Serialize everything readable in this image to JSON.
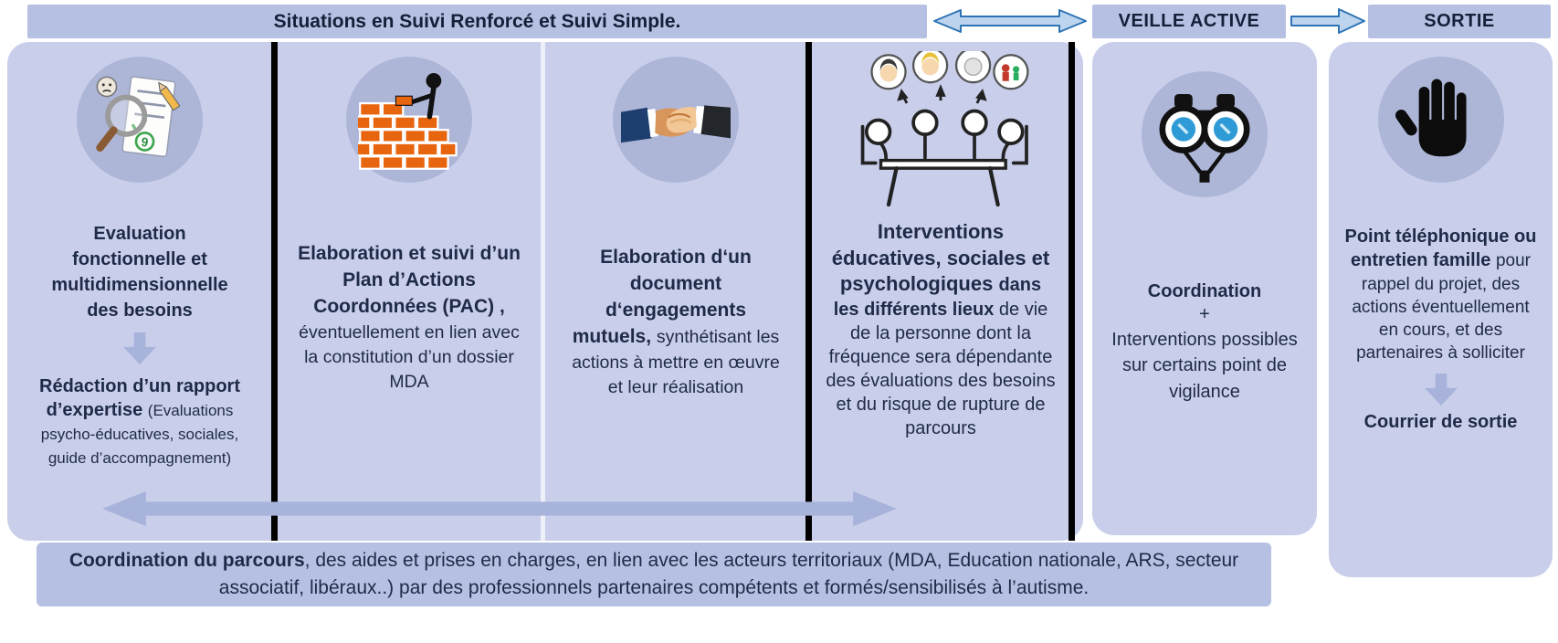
{
  "top": {
    "main_title": "Situations en Suivi Renforcé et Suivi Simple.",
    "veille_title": "VEILLE ACTIVE",
    "sortie_title": "SORTIE"
  },
  "columns": {
    "evaluation": {
      "title": "Evaluation fonctionnelle et multidimensionnelle des besoins",
      "report_bold": "Rédaction d’un rapport d’expertise ",
      "report_detail": "(Evaluations psycho-éducatives, sociales, guide d’accompagnement)"
    },
    "pac": {
      "bold": "Elaboration et suivi d’un Plan d’Actions Coordonnées (PAC) ,",
      "regular": " éventuellement en lien avec la constitution d’un dossier MDA"
    },
    "engagements": {
      "bold": "Elaboration d‘un document d‘engagements mutuels, ",
      "regular": "synthétisant les actions à mettre en œuvre et leur réalisation"
    },
    "interventions": {
      "title": "Interventions éducatives, sociales et psychologiques ",
      "bold": "dans les différents lieux ",
      "regular": "de vie de la personne dont la fréquence sera dépendante des évaluations des besoins et du risque de rupture de parcours"
    }
  },
  "veille": {
    "coordination": "Coordination",
    "plus": "+",
    "interventions": "Interventions possibles sur certains point de vigilance"
  },
  "sortie": {
    "bold": "Point téléphonique ou entretien famille ",
    "regular": "pour rappel du projet, des actions éventuellement en cours, et des partenaires à solliciter",
    "footer": "Courrier de sortie"
  },
  "bottom_bar": {
    "bold": "Coordination du parcours",
    "regular": ", des aides et prises en charges, en lien avec les acteurs territoriaux (MDA, Education nationale, ARS, secteur associatif, libéraux..) par des professionnels partenaires compétents et formés/sensibilisés à l’autisme."
  },
  "icons": {
    "evaluation": "magnifier-checklist-icon",
    "evaluation_badge": "9",
    "pac": "brick-wall-builder-icon",
    "engagements": "handshake-icon",
    "interventions": "team-meeting-icon",
    "veille": "binoculars-icon",
    "sortie": "stop-hand-icon"
  },
  "colors": {
    "panel": "#c9cfeb",
    "header_bar": "#b6c0e3",
    "icon_circle": "#aeb6d8",
    "arrow": "#a8b3db",
    "top_arrow_fill": "#bdd4ee",
    "top_arrow_stroke": "#2e74b5",
    "text": "#1e2a47",
    "divider": "#000000"
  }
}
